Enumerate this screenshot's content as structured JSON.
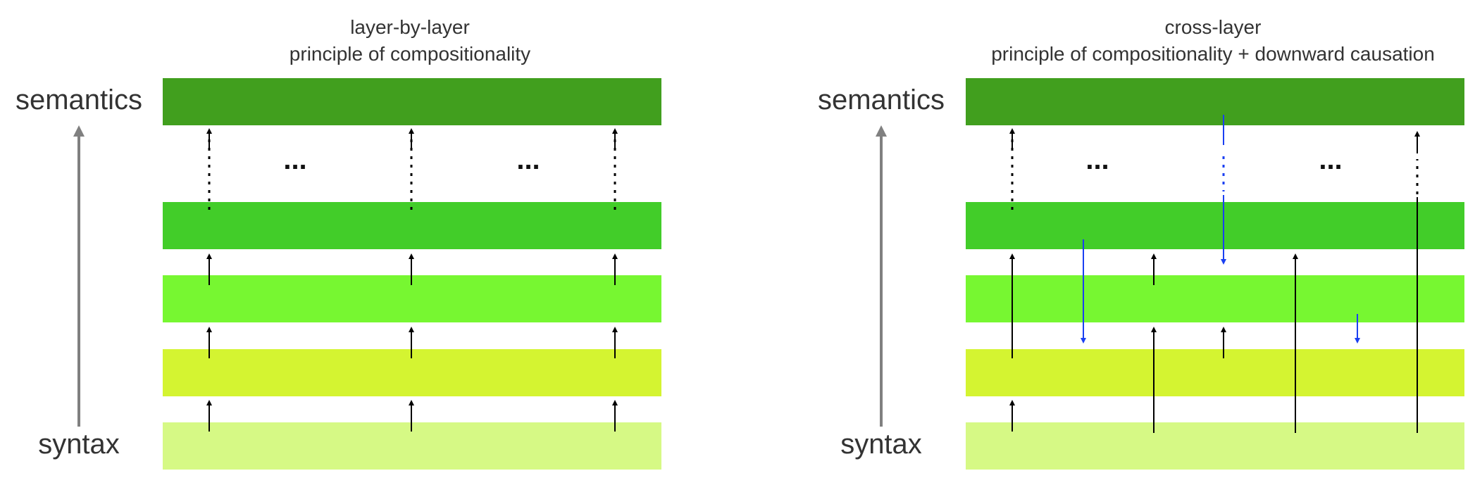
{
  "panels": [
    {
      "title_line1": "layer-by-layer",
      "title_line2": "principle of compositionality",
      "label_top": "semantics",
      "label_bottom": "syntax",
      "ellipses": [
        "...",
        "..."
      ]
    },
    {
      "title_line1": "cross-layer",
      "title_line2": "principle of compositionality + downward causation",
      "label_top": "semantics",
      "label_bottom": "syntax",
      "ellipses": [
        "...",
        "..."
      ]
    }
  ],
  "colors": {
    "layers_top_to_bottom": [
      "#419f1e",
      "#42cd29",
      "#77f731",
      "#d4f431",
      "#d6f985"
    ],
    "upward_arrow": "#000000",
    "downward_arrow": "#1a3ff2",
    "axis_arrow": "#808080",
    "text": "#333333"
  }
}
